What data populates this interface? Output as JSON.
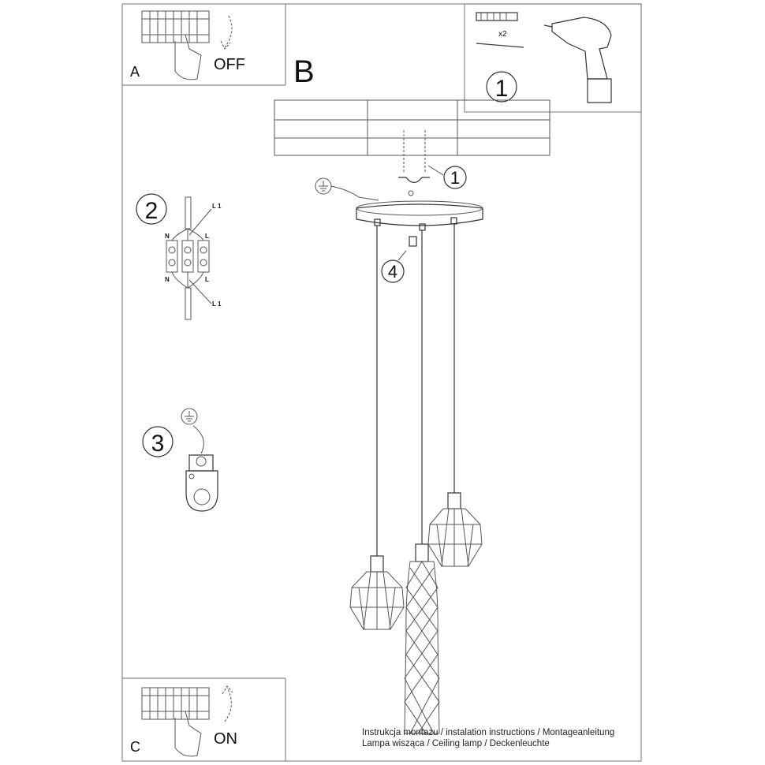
{
  "panels": {
    "a": {
      "letter": "A",
      "label": "OFF"
    },
    "b": {
      "letter": "B"
    },
    "c": {
      "letter": "C",
      "label": "ON"
    }
  },
  "steps": {
    "step1": {
      "number": "1",
      "quantity": "x2"
    },
    "step1_callout": "1",
    "step2": {
      "number": "2",
      "labels": {
        "l1_top": "L 1",
        "n_top": "N",
        "l_top": "L",
        "n_bottom": "N",
        "l_bottom": "L",
        "l1_bottom": "L 1"
      }
    },
    "step3": {
      "number": "3"
    },
    "step4": {
      "number": "4"
    }
  },
  "footer": {
    "line1": "Instrukcja montażu / instalation instructions / Montageanleitung",
    "line2": "Lampa wisząca / Ceiling lamp / Deckenleuchte"
  }
}
